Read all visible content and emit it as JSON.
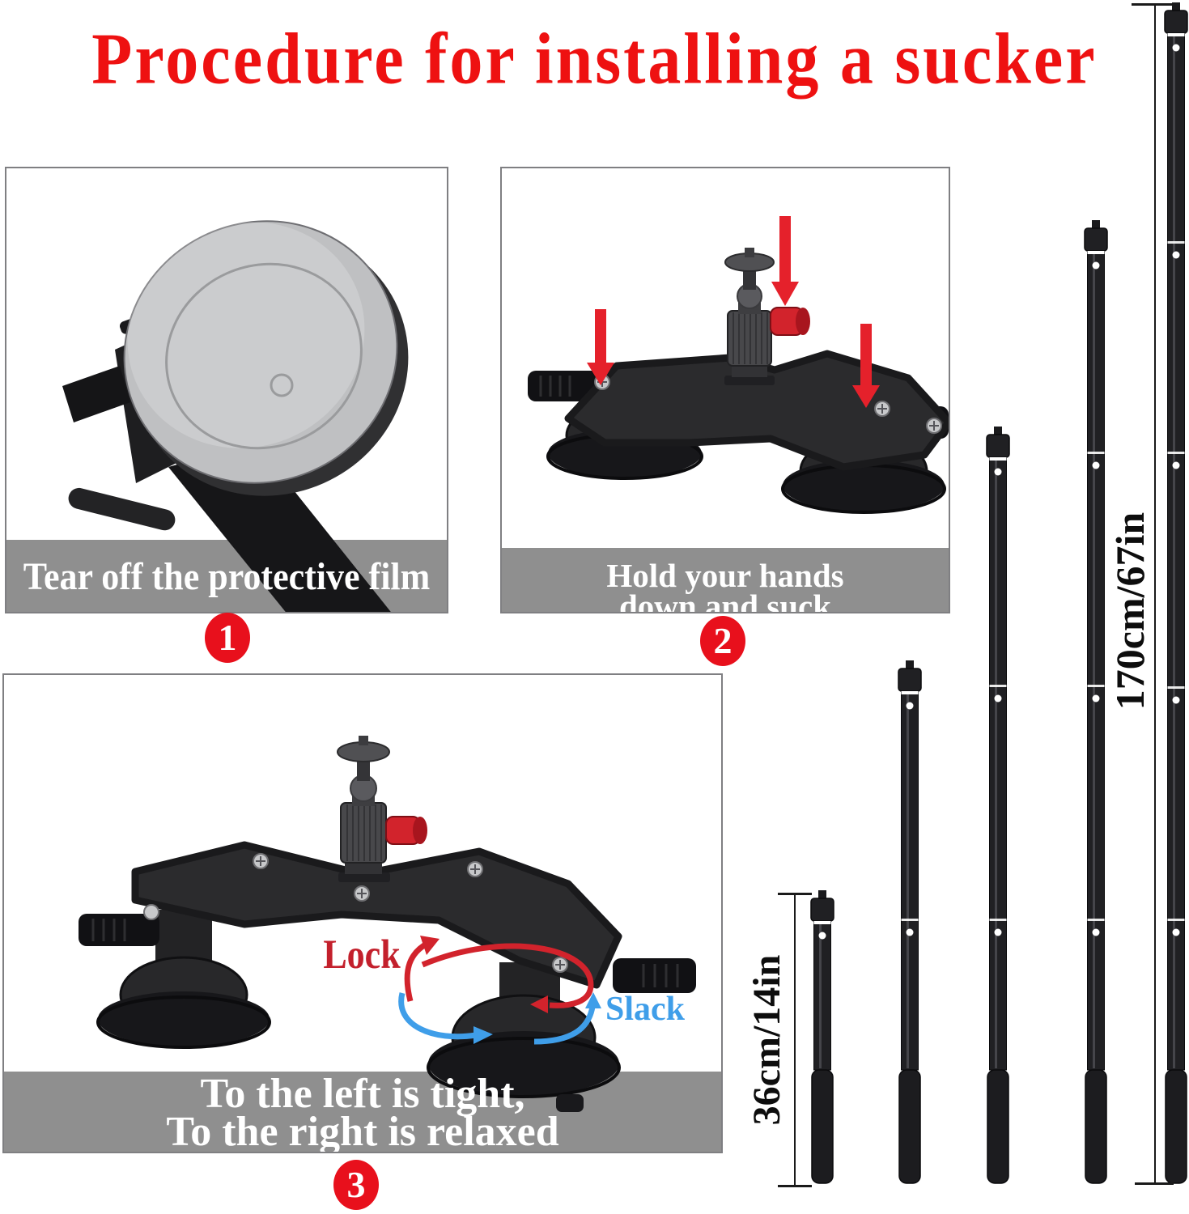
{
  "title": {
    "text": "Procedure for installing a sucker",
    "color": "#ee1111"
  },
  "steps": [
    {
      "number": "1",
      "lines": [
        "Tear off the protective film"
      ]
    },
    {
      "number": "2",
      "lines": [
        "Hold your hands",
        "down and suck"
      ]
    },
    {
      "number": "3",
      "lines": [
        "To the left is tight,",
        "To the right is relaxed"
      ]
    }
  ],
  "annotations": {
    "lock": {
      "text": "Lock",
      "color": "#c3202c"
    },
    "slack": {
      "text": "Slack",
      "color": "#3f9ee9"
    }
  },
  "poles": {
    "count": 5,
    "segments": [
      1,
      2,
      3,
      4,
      5
    ],
    "collapsed_length_label": "36cm/14in",
    "extended_length_label": "170cm/67in"
  },
  "colors": {
    "title_red": "#ee1111",
    "badge_red": "#e8101c",
    "caption_bar_gray": "#8f8f8f",
    "arrow_red": "#e5212b",
    "lock_red": "#c3202c",
    "slack_blue": "#3f9ee9",
    "pole_black": "#202023"
  }
}
